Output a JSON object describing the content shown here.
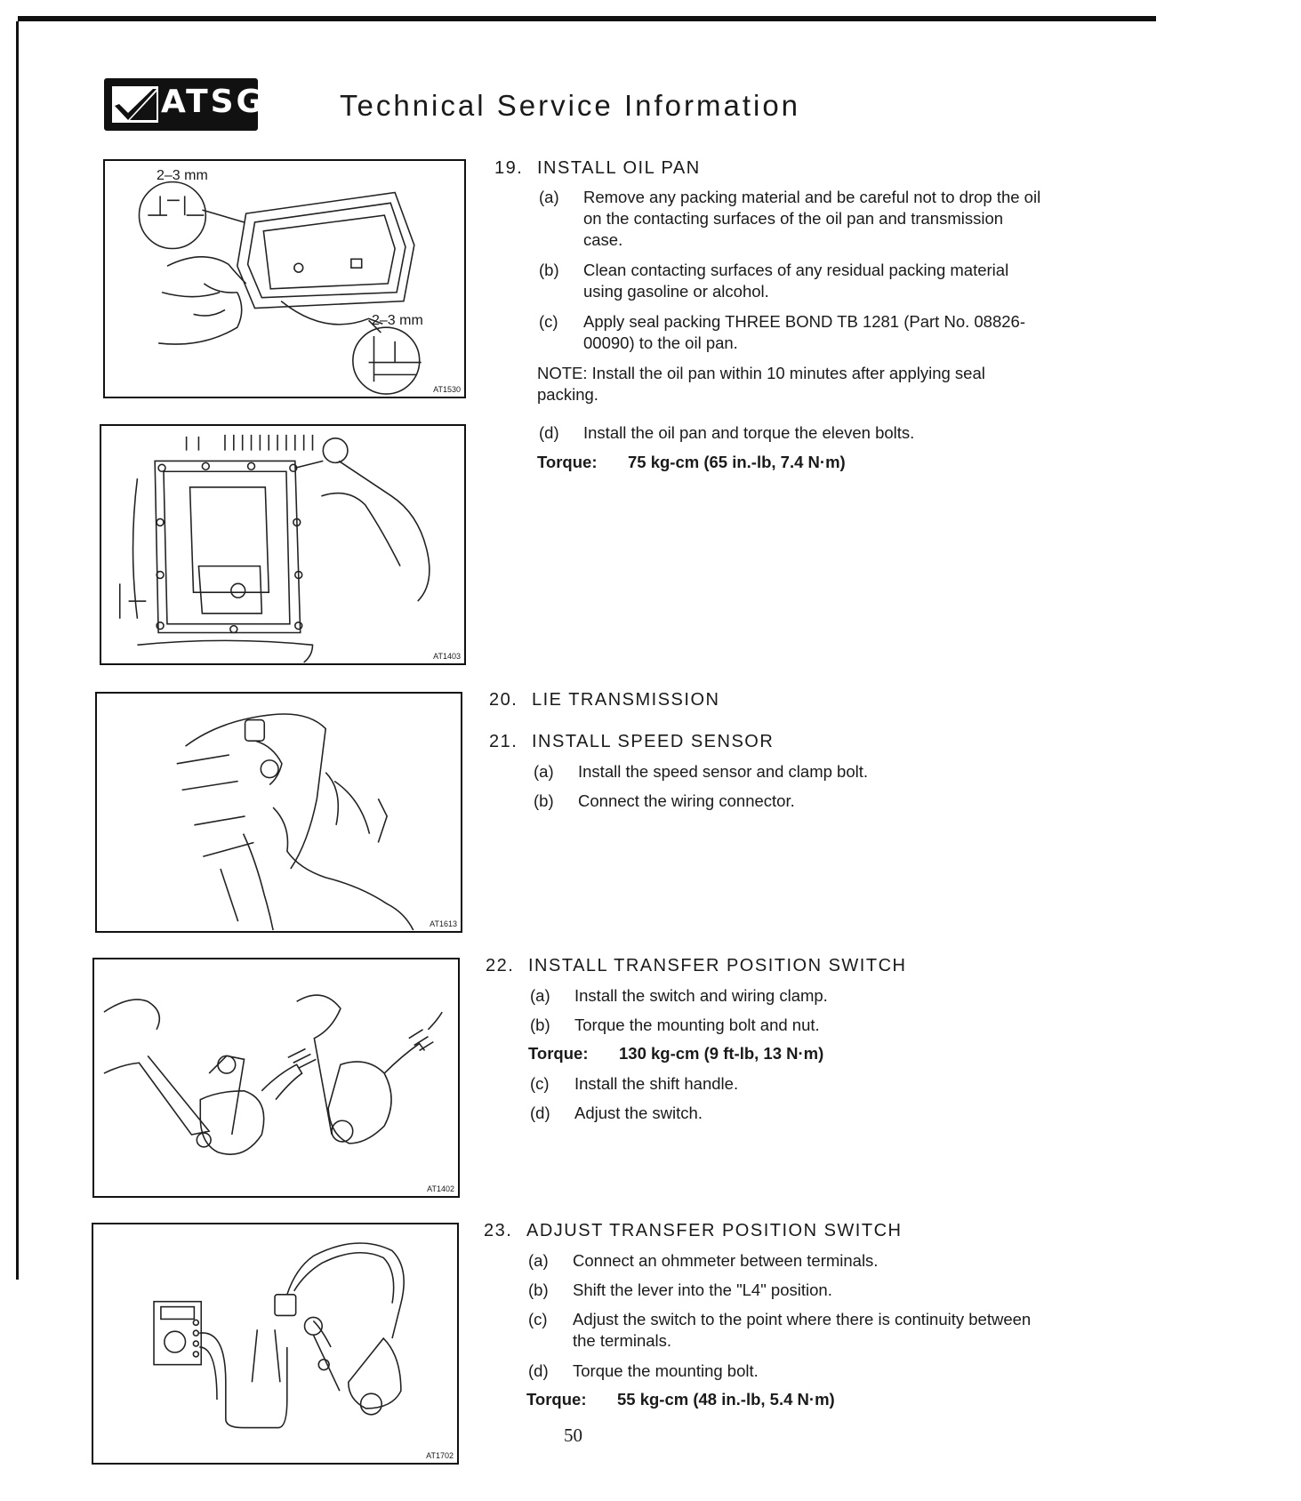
{
  "header": {
    "logo_text": "ATSG",
    "title": "Technical Service Information"
  },
  "figures": {
    "fig1": {
      "code": "AT1530",
      "dim_top": "2–3 mm",
      "dim_bottom": "2–3 mm"
    },
    "fig2": {
      "code": "AT1403"
    },
    "fig3": {
      "code": "AT1613"
    },
    "fig4": {
      "code": "AT1402"
    },
    "fig5": {
      "code": "AT1702"
    }
  },
  "sections": {
    "s19": {
      "number": "19.",
      "title": "INSTALL OIL PAN",
      "a_tag": "(a)",
      "a_text": "Remove any packing material and be careful not to drop the oil on the contacting surfaces of the oil pan and transmission case.",
      "b_tag": "(b)",
      "b_text": "Clean contacting surfaces of any residual packing material using gasoline or alcohol.",
      "c_tag": "(c)",
      "c_text": "Apply seal packing THREE BOND TB 1281 (Part No. 08826-00090) to the oil pan.",
      "note": "NOTE:    Install the oil pan within 10 minutes after applying seal packing.",
      "d_tag": "(d)",
      "d_text": "Install the oil pan and torque the eleven bolts.",
      "torque_label": "Torque:",
      "torque_value": "75 kg-cm (65 in.-lb, 7.4 N·m)"
    },
    "s20": {
      "number": "20.",
      "title": "LIE TRANSMISSION"
    },
    "s21": {
      "number": "21.",
      "title": "INSTALL SPEED SENSOR",
      "a_tag": "(a)",
      "a_text": "Install the speed sensor and clamp bolt.",
      "b_tag": "(b)",
      "b_text": "Connect the wiring connector."
    },
    "s22": {
      "number": "22.",
      "title": "INSTALL TRANSFER POSITION SWITCH",
      "a_tag": "(a)",
      "a_text": "Install the switch and wiring clamp.",
      "b_tag": "(b)",
      "b_text": "Torque the mounting bolt and nut.",
      "torque_label": "Torque:",
      "torque_value": "130 kg-cm (9 ft-lb, 13 N·m)",
      "c_tag": "(c)",
      "c_text": "Install the shift handle.",
      "d_tag": "(d)",
      "d_text": "Adjust the switch."
    },
    "s23": {
      "number": "23.",
      "title": "ADJUST TRANSFER POSITION SWITCH",
      "a_tag": "(a)",
      "a_text": "Connect an ohmmeter between terminals.",
      "b_tag": "(b)",
      "b_text": "Shift the lever into the \"L4\" position.",
      "c_tag": "(c)",
      "c_text": "Adjust the switch to the point where there is continuity between the terminals.",
      "d_tag": "(d)",
      "d_text": "Torque the mounting bolt.",
      "torque_label": "Torque:",
      "torque_value": "55 kg-cm (48 in.-lb, 5.4 N·m)"
    }
  },
  "page_number": "50"
}
